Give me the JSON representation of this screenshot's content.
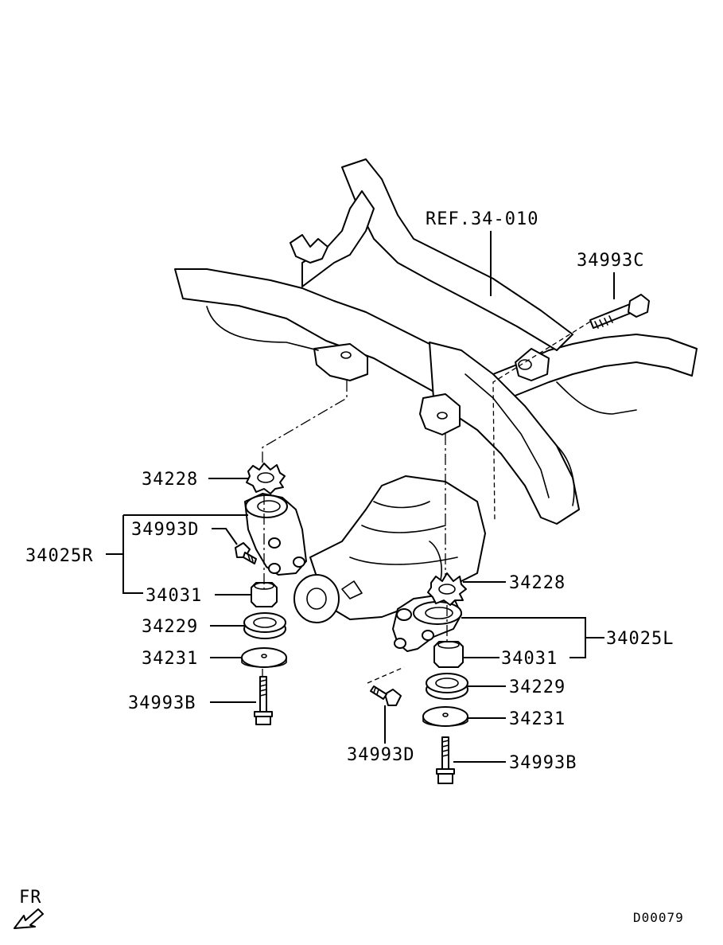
{
  "labels": {
    "ref": "REF.34-010",
    "bolt_top": "34993C",
    "stopper_r": "34228",
    "bracket_r": "34025R",
    "bolt_d_r": "34993D",
    "bushing_r": "34031",
    "stopper_lower_r": "34229",
    "washer_r": "34231",
    "bolt_b_r": "34993B",
    "stopper_l": "34228",
    "bracket_l": "34025L",
    "bushing_l": "34031",
    "stopper_lower_l": "34229",
    "washer_l": "34231",
    "bolt_d_l": "34993D",
    "bolt_b_l": "34993B"
  },
  "footer": {
    "direction": "FR",
    "diagram_id": "D00079"
  }
}
